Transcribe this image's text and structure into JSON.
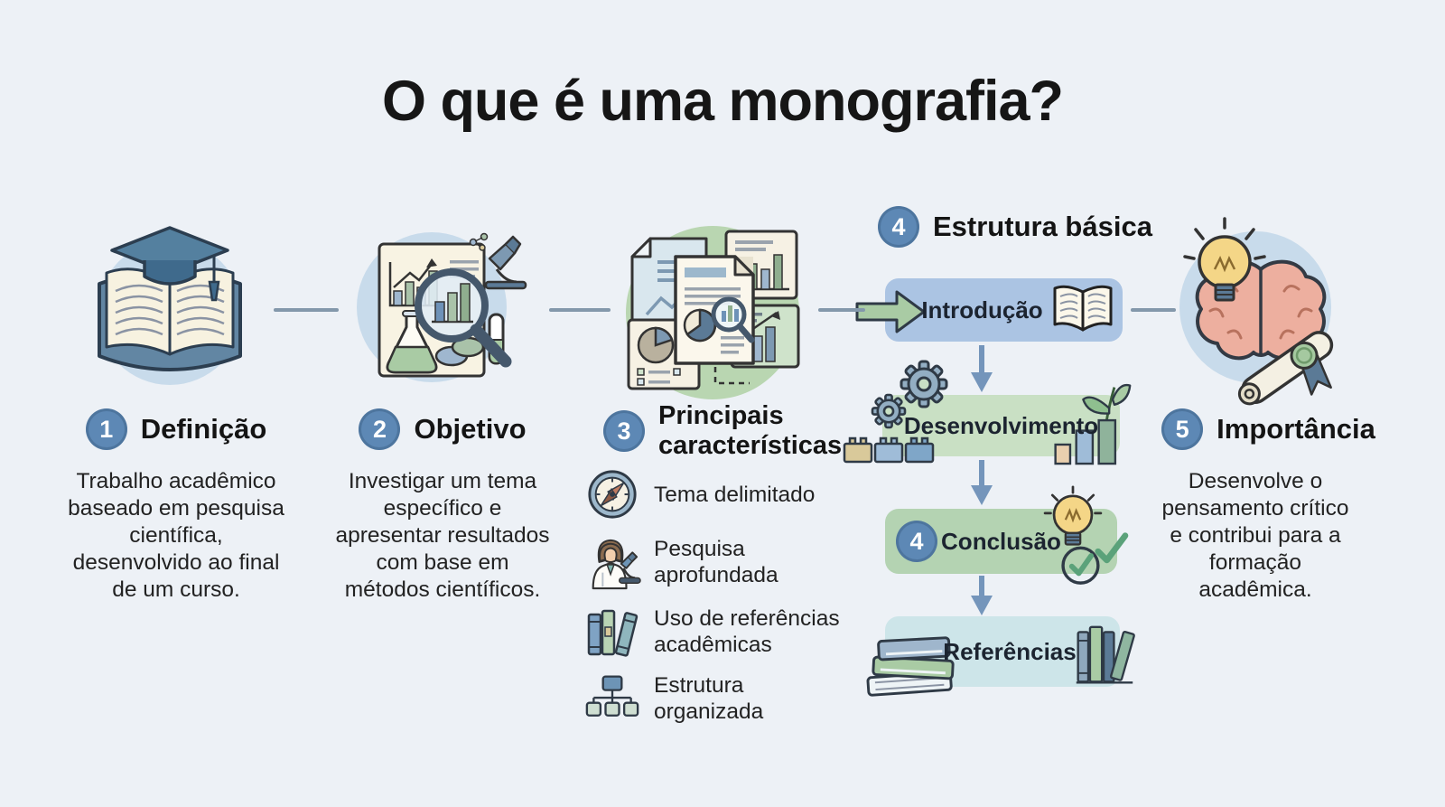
{
  "title": "O que é uma monografia?",
  "colors": {
    "background": "#edf1f6",
    "badge_blue": "#5d88b5",
    "circle_blue": "#c8dbeb",
    "circle_green": "#b9d6b1",
    "box_introducao": "#abc4e3",
    "box_desenvolvimento": "#c9e0c4",
    "box_conclusao": "#b4d3b2",
    "box_referencias": "#cde5e9",
    "flow_arrow": "#7495bb",
    "connector": "#8398ab"
  },
  "sections": {
    "definicao": {
      "number": "1",
      "heading": "Definição",
      "icon": "book-graduation-icon",
      "body_lines": [
        "Trabalho acadêmico",
        "baseado em pesquisa",
        "científica,",
        "desenvolvido ao final",
        "de um curso."
      ]
    },
    "objetivo": {
      "number": "2",
      "heading": "Objetivo",
      "icon": "research-magnifier-icon",
      "body_lines": [
        "Investigar um tema",
        "específico e",
        "apresentar resultados",
        "com base em",
        "métodos científicos."
      ]
    },
    "caracteristicas": {
      "number": "3",
      "heading_lines": [
        "Principais",
        "características"
      ],
      "icon": "documents-charts-icon",
      "items": [
        {
          "icon": "compass-icon",
          "label_lines": [
            "Tema delimitado"
          ]
        },
        {
          "icon": "scientist-icon",
          "label_lines": [
            "Pesquisa",
            "aprofundada"
          ]
        },
        {
          "icon": "books-row-icon",
          "label_lines": [
            "Uso de referências",
            "acadêmicas"
          ]
        },
        {
          "icon": "org-chart-icon",
          "label_lines": [
            "Estrutura",
            "organizada"
          ]
        }
      ]
    },
    "estrutura": {
      "number": "4",
      "heading": "Estrutura básica",
      "flow": [
        {
          "label": "Introdução",
          "icons": [
            "arrow-right-icon",
            "open-book-icon"
          ]
        },
        {
          "label": "Desenvolvimento",
          "icons": [
            "gears-icon",
            "blocks-icon",
            "plant-growth-icon"
          ]
        },
        {
          "label": "Conclusão",
          "badge": "4",
          "icons": [
            "lightbulb-icon",
            "checkmarks-icon"
          ]
        },
        {
          "label": "Referências",
          "icons": [
            "book-stack-icon",
            "book-spines-icon"
          ]
        }
      ]
    },
    "importancia": {
      "number": "5",
      "heading": "Importância",
      "icon": "brain-idea-icon",
      "body_lines": [
        "Desenvolve o",
        "pensamento crítico",
        "e contribui para a",
        "formação",
        "acadêmica."
      ]
    }
  }
}
